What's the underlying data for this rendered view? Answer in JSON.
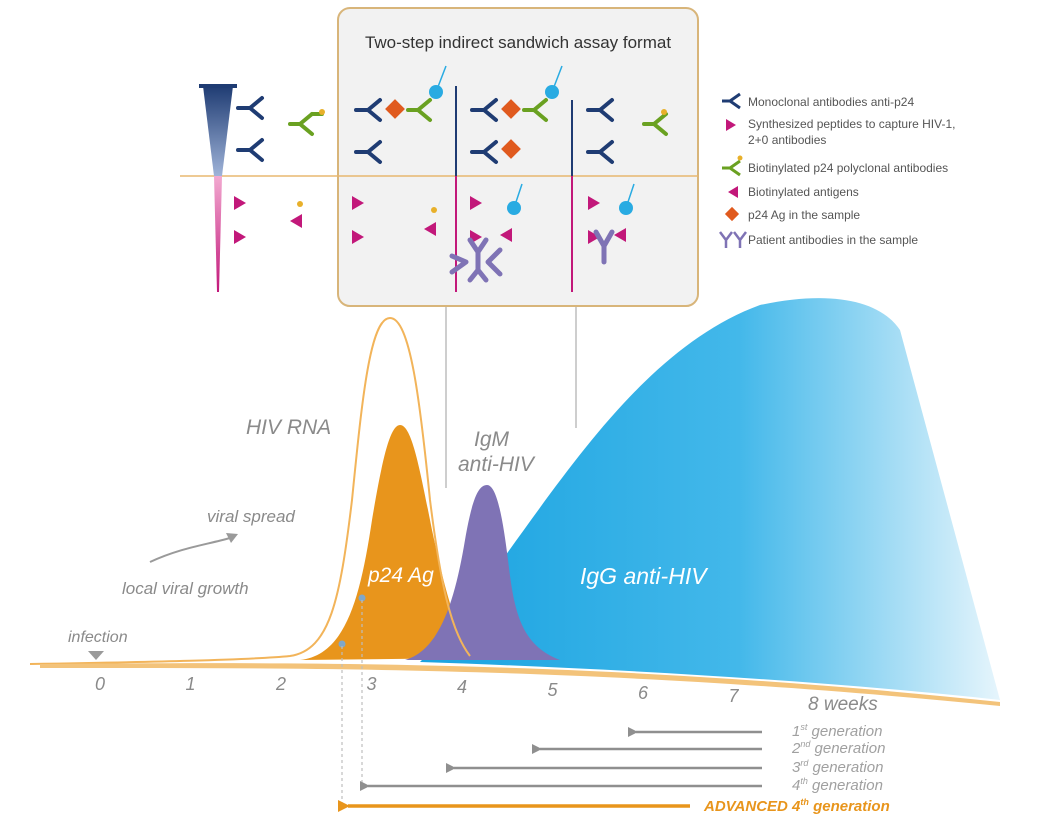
{
  "assay_box": {
    "title": "Two-step indirect sandwich assay format"
  },
  "legend": {
    "items": [
      {
        "label": "Monoclonal antibodies anti-p24",
        "icon": "monoclonal-antibody-icon"
      },
      {
        "label": "Synthesized peptides to capture HIV-1,",
        "label2": "2+0 antibodies",
        "icon": "peptide-icon"
      },
      {
        "label": "Biotinylated p24 polyclonal antibodies",
        "icon": "biotinylated-antibody-icon"
      },
      {
        "label": "Biotinylated antigens",
        "icon": "biotinylated-antigen-icon"
      },
      {
        "label": "p24 Ag in the sample",
        "icon": "p24-antigen-icon"
      },
      {
        "label": "Patient antibodies in the sample",
        "icon": "patient-antibody-icon"
      }
    ]
  },
  "curves": {
    "hiv_rna": "HIV RNA",
    "igm_line1": "IgM",
    "igm_line2": "anti-HIV",
    "p24": "p24 Ag",
    "igg": "IgG anti-HIV",
    "viral_spread": "viral spread",
    "local_growth": "local viral growth",
    "infection": "infection"
  },
  "axis": {
    "ticks": [
      "0",
      "1",
      "2",
      "3",
      "4",
      "5",
      "6",
      "7"
    ],
    "unit_label": "8 weeks"
  },
  "generations": [
    {
      "label": "1",
      "sup": "st",
      "suffix": " generation"
    },
    {
      "label": "2",
      "sup": "nd",
      "suffix": " generation"
    },
    {
      "label": "3",
      "sup": "rd",
      "suffix": " generation"
    },
    {
      "label": "4",
      "sup": "th",
      "suffix": " generation"
    },
    {
      "label": "ADVANCED 4",
      "sup": "th",
      "suffix": " generation"
    }
  ],
  "colors": {
    "orange": "#e8951c",
    "purple": "#7f73b5",
    "blue": "#29abe2",
    "navy": "#1f3c73",
    "magenta": "#c2187a",
    "green": "#6aa121",
    "diamond": "#e05a1e",
    "grey": "#9a9a9a",
    "box_border": "#d8b57a"
  }
}
